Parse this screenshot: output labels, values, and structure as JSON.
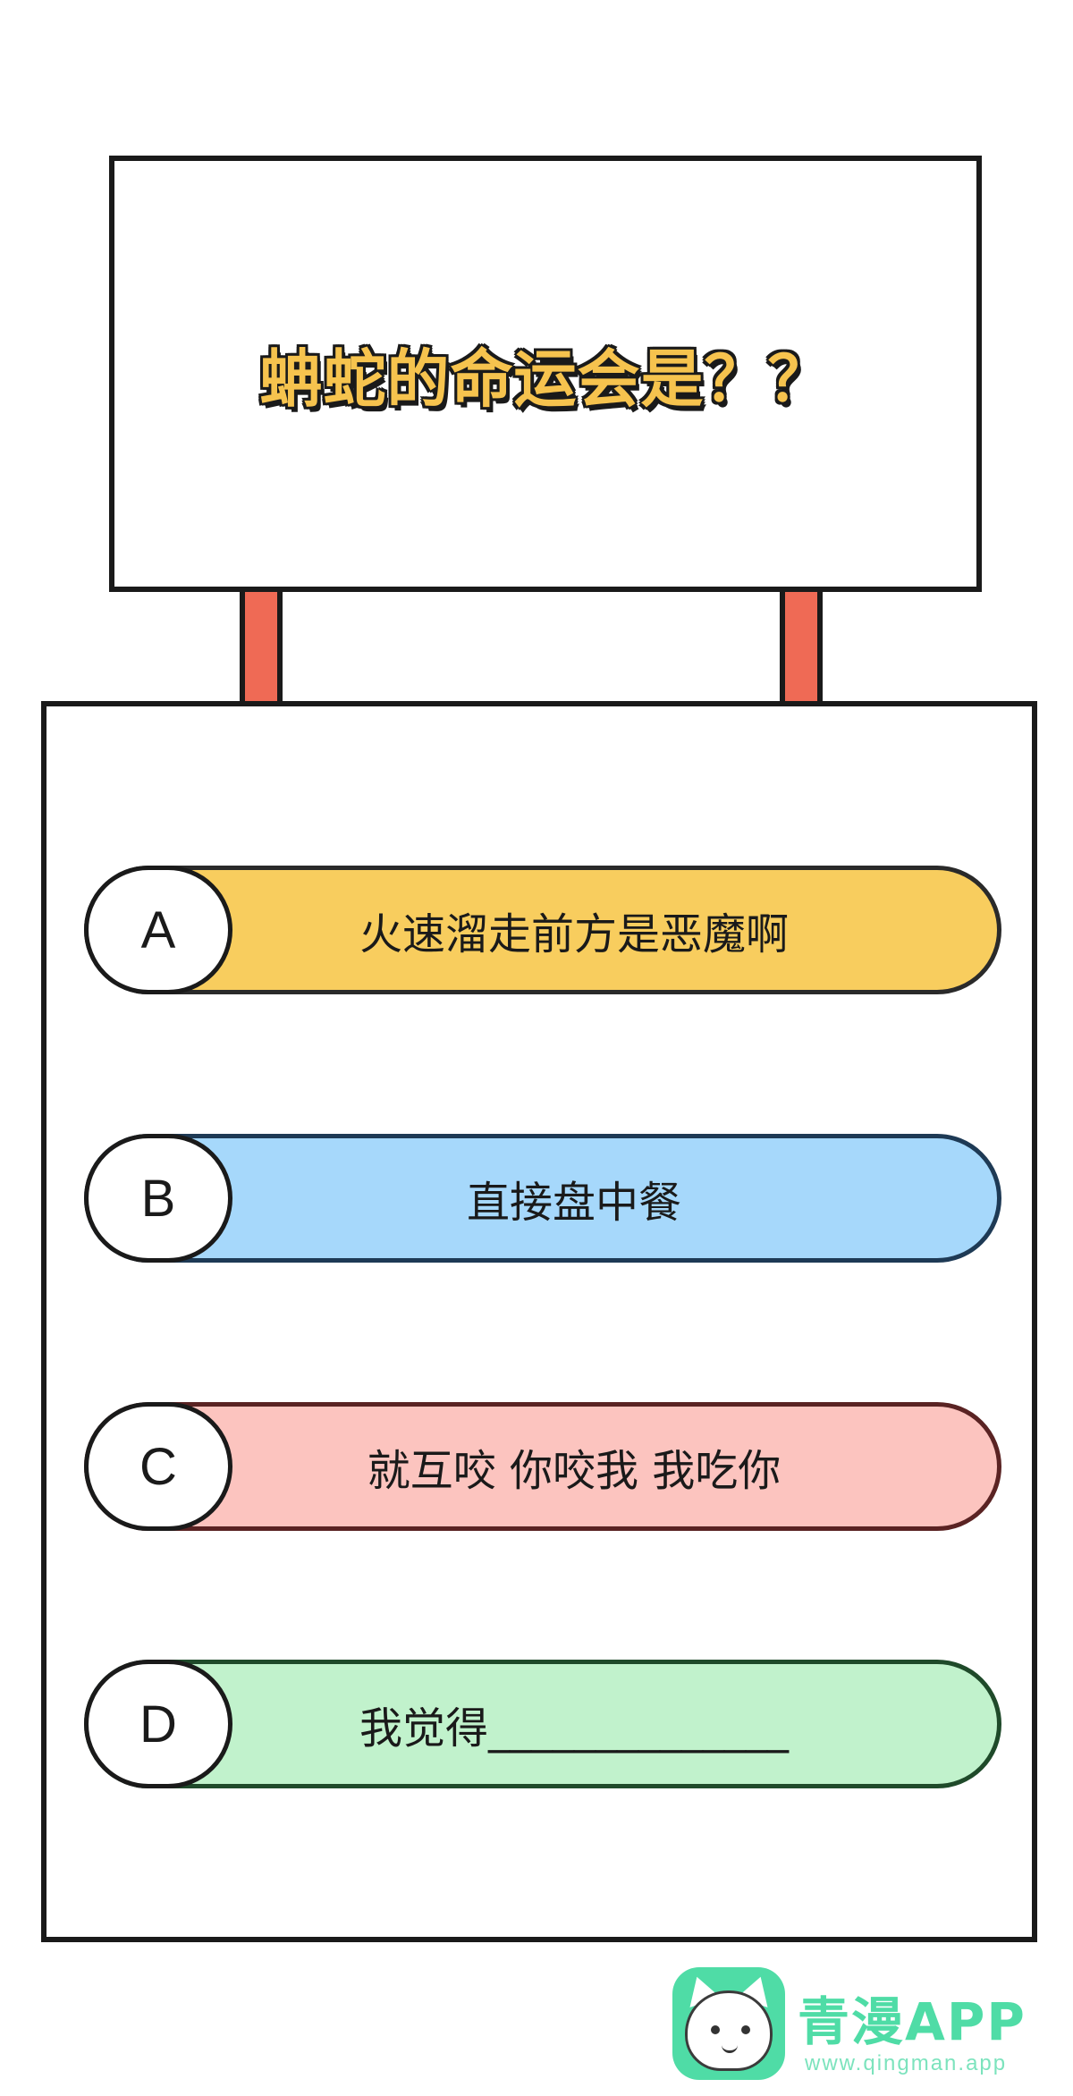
{
  "sign": {
    "question": "蚺蛇的命运会是？？"
  },
  "options": [
    {
      "letter": "A",
      "text": "火速溜走前方是恶魔啊",
      "color": "#f8cd5e",
      "border": "#2a2a2a"
    },
    {
      "letter": "B",
      "text": "直接盘中餐",
      "color": "#a6d8fb",
      "border": "#1e3a55"
    },
    {
      "letter": "C",
      "text": "就互咬 你咬我 我吃你",
      "color": "#fcc4bf",
      "border": "#5a2323"
    },
    {
      "letter": "D",
      "text": "我觉得______________",
      "color": "#c1f2cc",
      "border": "#1f4a2a"
    }
  ],
  "footer": {
    "brand": "青漫APP",
    "url": "www.qingman.app",
    "icon": "cat-logo-icon"
  }
}
